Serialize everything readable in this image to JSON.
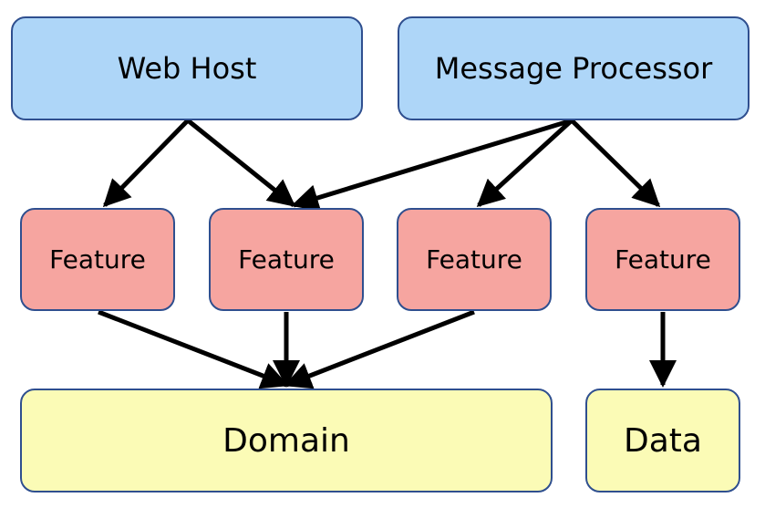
{
  "nodes": {
    "web_host": "Web Host",
    "message_processor": "Message Processor",
    "feature_1": "Feature",
    "feature_2": "Feature",
    "feature_3": "Feature",
    "feature_4": "Feature",
    "domain": "Domain",
    "data": "Data"
  },
  "edges": [
    {
      "from": "web_host",
      "to": "feature_1"
    },
    {
      "from": "web_host",
      "to": "feature_2"
    },
    {
      "from": "message_processor",
      "to": "feature_2"
    },
    {
      "from": "message_processor",
      "to": "feature_3"
    },
    {
      "from": "message_processor",
      "to": "feature_4"
    },
    {
      "from": "feature_1",
      "to": "domain"
    },
    {
      "from": "feature_2",
      "to": "domain"
    },
    {
      "from": "feature_3",
      "to": "domain"
    },
    {
      "from": "feature_4",
      "to": "data"
    }
  ],
  "colors": {
    "host_fill": "#aed6f8",
    "feature_fill": "#f6a5a0",
    "store_fill": "#fbfbb6",
    "border": "#2f4f8f",
    "arrow": "#000000"
  }
}
